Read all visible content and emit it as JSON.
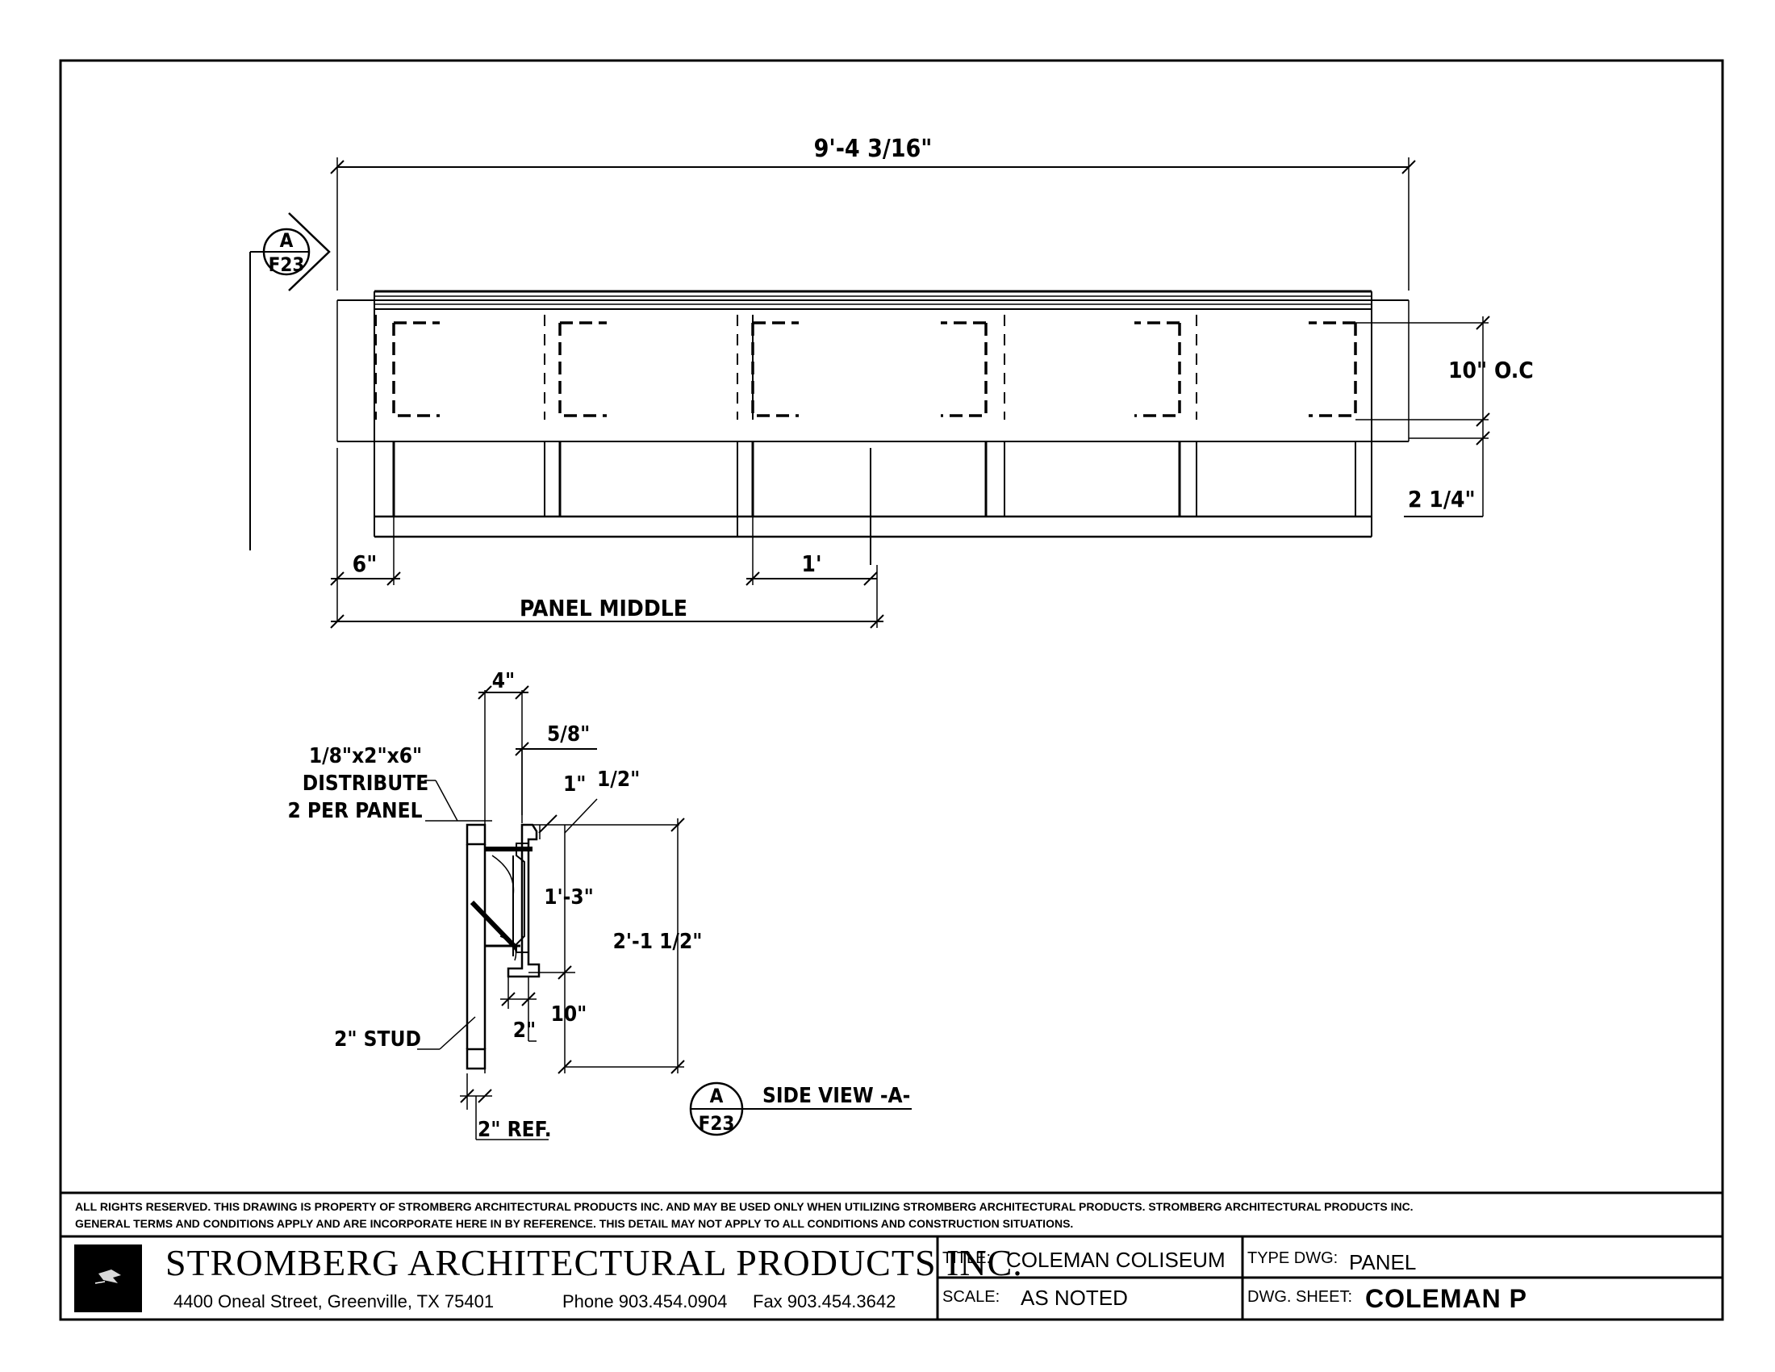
{
  "dimensions": {
    "overall_width": "9'-4 3/16\"",
    "oc_spacing": "10\" O.C",
    "bottom_gap": "2 1/4\"",
    "edge_offset": "6\"",
    "one_foot": "1'",
    "panel_middle": "PANEL MIDDLE",
    "side_width": "4\"",
    "lip": "5/8\"",
    "d_one_inch": "1\"",
    "d_half_inch": "1/2\"",
    "d_1_3": "1'-3\"",
    "d_2_1_half": "2'-1 1/2\"",
    "d_10": "10\"",
    "d_2": "2\"",
    "d_2_ref": "2\" REF."
  },
  "notes": {
    "clip_line1": "1/8\"x2\"x6\"",
    "clip_line2": "DISTRIBUTE",
    "clip_line3": "2 PER PANEL",
    "stud": "2\" STUD"
  },
  "section_markers": {
    "top_letter": "A",
    "top_sheet": "F23",
    "bottom_letter": "A",
    "bottom_sheet": "F23",
    "side_view_label": "SIDE VIEW -A-"
  },
  "disclaimer": {
    "line1": "ALL RIGHTS RESERVED. THIS DRAWING IS PROPERTY OF STROMBERG ARCHITECTURAL PRODUCTS INC. AND MAY BE USED ONLY WHEN UTILIZING STROMBERG ARCHITECTURAL PRODUCTS.  STROMBERG ARCHITECTURAL PRODUCTS INC.",
    "line2": "GENERAL TERMS AND CONDITIONS APPLY AND ARE INCORPORATE HERE IN BY REFERENCE.  THIS DETAIL MAY NOT APPLY TO ALL CONDITIONS AND CONSTRUCTION SITUATIONS."
  },
  "title_block": {
    "company": "STROMBERG ARCHITECTURAL PRODUCTS INC.",
    "address": "4400 Oneal Street, Greenville, TX  75401",
    "phone": "Phone 903.454.0904",
    "fax": "Fax 903.454.3642",
    "title_label": "TITLE:",
    "title_value": "COLEMAN COLISEUM",
    "scale_label": "SCALE:",
    "scale_value": "AS NOTED",
    "type_label": "TYPE DWG:",
    "type_value": "PANEL",
    "sheet_label": "DWG. SHEET:",
    "sheet_value": "COLEMAN P"
  }
}
